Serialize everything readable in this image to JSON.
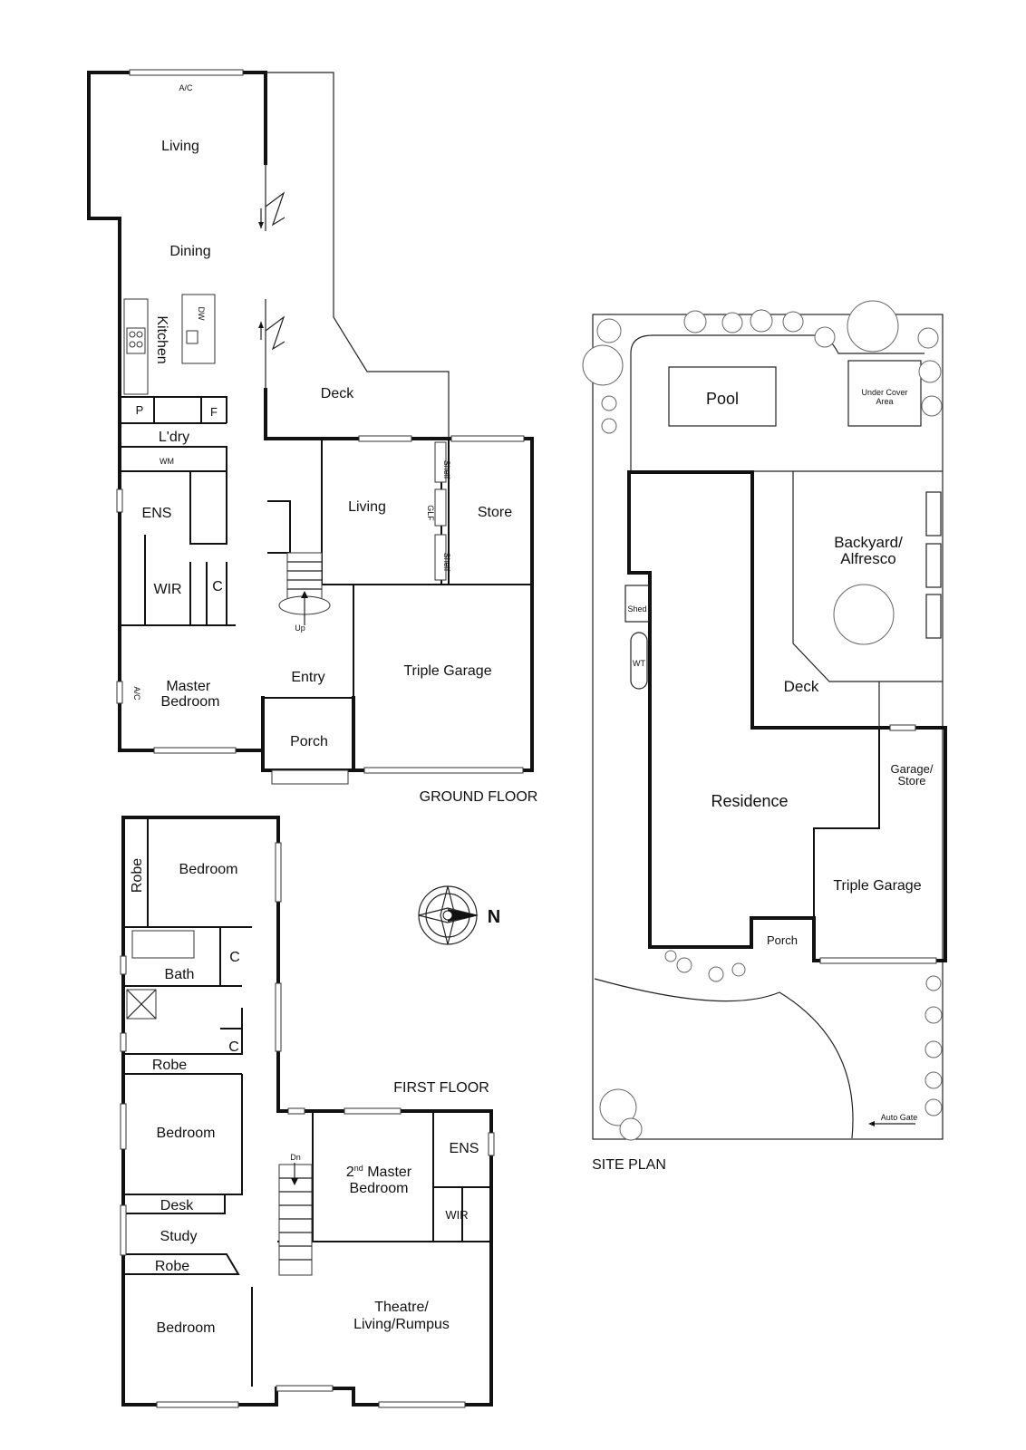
{
  "ground_floor": {
    "title": "GROUND FLOOR",
    "rooms": {
      "living_main": "Living",
      "dining": "Dining",
      "kitchen": "Kitchen",
      "deck": "Deck",
      "pantry": "P",
      "fridge": "F",
      "laundry": "L'dry",
      "washing_machine": "WM",
      "ensuite": "ENS",
      "wir": "WIR",
      "cupboard": "C",
      "living_rear": "Living",
      "store": "Store",
      "shelf_top": "Shelf",
      "glf": "GLF",
      "shelf_bottom": "Shelf",
      "stair_up": "Up",
      "entry": "Entry",
      "triple_garage": "Triple Garage",
      "master_bedroom": "Master\nBedroom",
      "porch": "Porch",
      "ac_top": "A/C",
      "ac_side": "A/C",
      "dishwasher": "DW"
    }
  },
  "first_floor": {
    "title": "FIRST FLOOR",
    "rooms": {
      "bedroom_1": "Bedroom",
      "robe_1": "Robe",
      "cupboard_1": "C",
      "bath": "Bath",
      "cupboard_2": "C",
      "robe_2": "Robe",
      "bedroom_2": "Bedroom",
      "desk": "Desk",
      "study": "Study",
      "robe_3": "Robe",
      "bedroom_3": "Bedroom",
      "stair_down": "Dn",
      "master_2_line1": "2",
      "master_2_sup": "nd",
      "master_2_line1_rest": " Master",
      "master_2_line2": "Bedroom",
      "ensuite": "ENS",
      "wir": "WIR",
      "theatre_line1": "Theatre/",
      "theatre_line2": "Living/Rumpus"
    }
  },
  "site_plan": {
    "title": "SITE PLAN",
    "labels": {
      "pool": "Pool",
      "under_cover_line1": "Under Cover",
      "under_cover_line2": "Area",
      "backyard_line1": "Backyard/",
      "backyard_line2": "Alfresco",
      "shed": "Shed",
      "wt": "WT",
      "deck": "Deck",
      "garage_store_line1": "Garage/",
      "garage_store_line2": "Store",
      "residence": "Residence",
      "triple_garage": "Triple Garage",
      "porch": "Porch",
      "auto_gate": "Auto Gate"
    }
  },
  "compass": {
    "north_label": "N"
  }
}
